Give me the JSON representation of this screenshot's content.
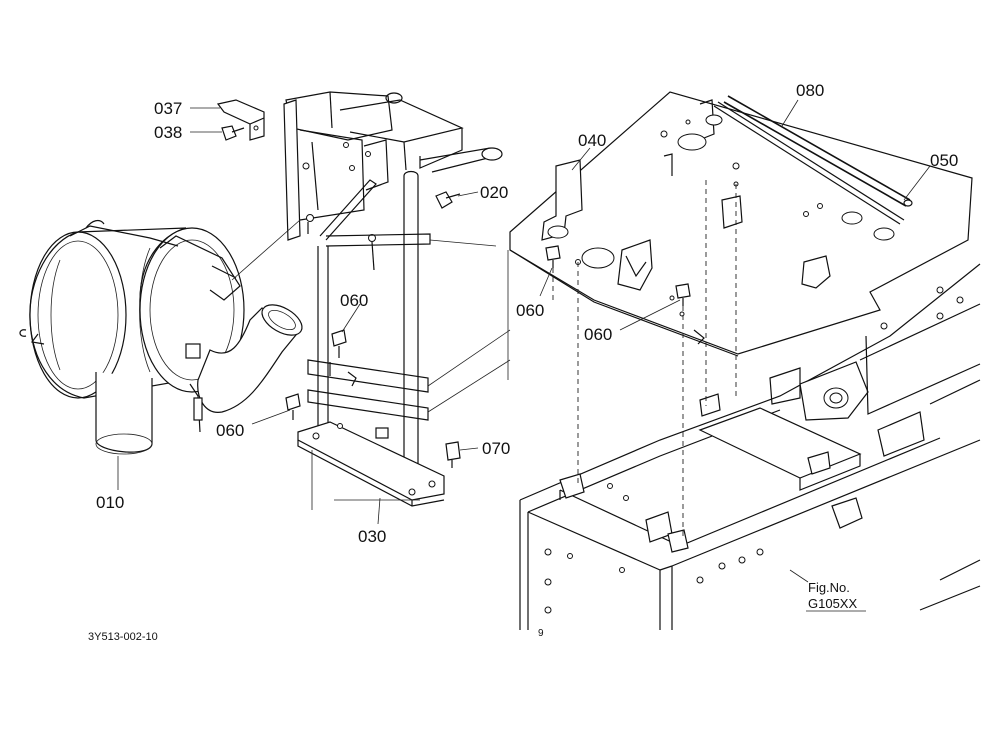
{
  "parts": [
    {
      "id": "p010",
      "label": "010"
    },
    {
      "id": "p020",
      "label": "020"
    },
    {
      "id": "p030",
      "label": "030"
    },
    {
      "id": "p037",
      "label": "037"
    },
    {
      "id": "p038",
      "label": "038"
    },
    {
      "id": "p040",
      "label": "040"
    },
    {
      "id": "p050",
      "label": "050"
    },
    {
      "id": "p060a",
      "label": "060"
    },
    {
      "id": "p060b",
      "label": "060"
    },
    {
      "id": "p060c",
      "label": "060"
    },
    {
      "id": "p060d",
      "label": "060"
    },
    {
      "id": "p070",
      "label": "070"
    },
    {
      "id": "p080",
      "label": "080"
    }
  ],
  "figure": {
    "fig_label": "Fig.No.",
    "fig_number": "G105XX",
    "drawing_code": "3Y513-002-10",
    "margin_mark": "9"
  }
}
